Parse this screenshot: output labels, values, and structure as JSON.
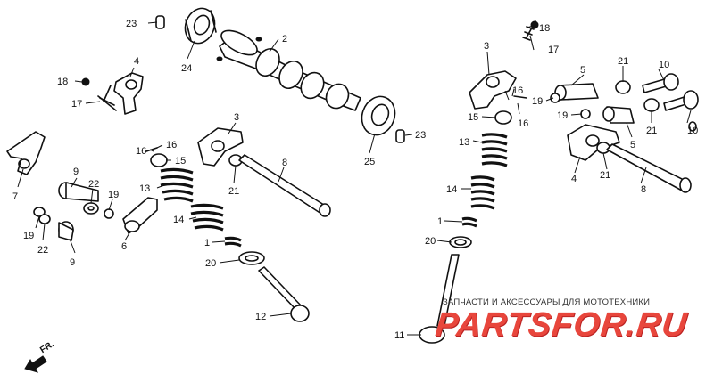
{
  "callouts": {
    "c1a": "1",
    "c1b": "1",
    "c2": "2",
    "c3a": "3",
    "c3b": "3",
    "c4a": "4",
    "c4b": "4",
    "c5a": "5",
    "c5b": "5",
    "c6": "6",
    "c7": "7",
    "c8a": "8",
    "c8b": "8",
    "c9a": "9",
    "c9b": "9",
    "c10a": "10",
    "c10b": "10",
    "c11": "11",
    "c12": "12",
    "c13a": "13",
    "c13b": "13",
    "c14a": "14",
    "c14b": "14",
    "c15a": "15",
    "c15b": "15",
    "c16a": "16",
    "c16b": "16",
    "c16c": "16",
    "c16d": "16",
    "c17a": "17",
    "c17b": "17",
    "c18a": "18",
    "c18b": "18",
    "c19a": "19",
    "c19b": "19",
    "c19c": "19",
    "c19d": "19",
    "c20a": "20",
    "c20b": "20",
    "c21a": "21",
    "c21b": "21",
    "c21c": "21",
    "c21d": "21",
    "c22a": "22",
    "c22b": "22",
    "c23a": "23",
    "c23b": "23",
    "c24": "24",
    "c25": "25"
  },
  "direction_label": "FR.",
  "watermark": {
    "tagline": "ЗАПЧАСТИ И АКСЕССУАРЫ ДЛЯ МОТОТЕХНИКИ",
    "logo": "PARTSFOR.RU",
    "color": "#e8463c"
  }
}
